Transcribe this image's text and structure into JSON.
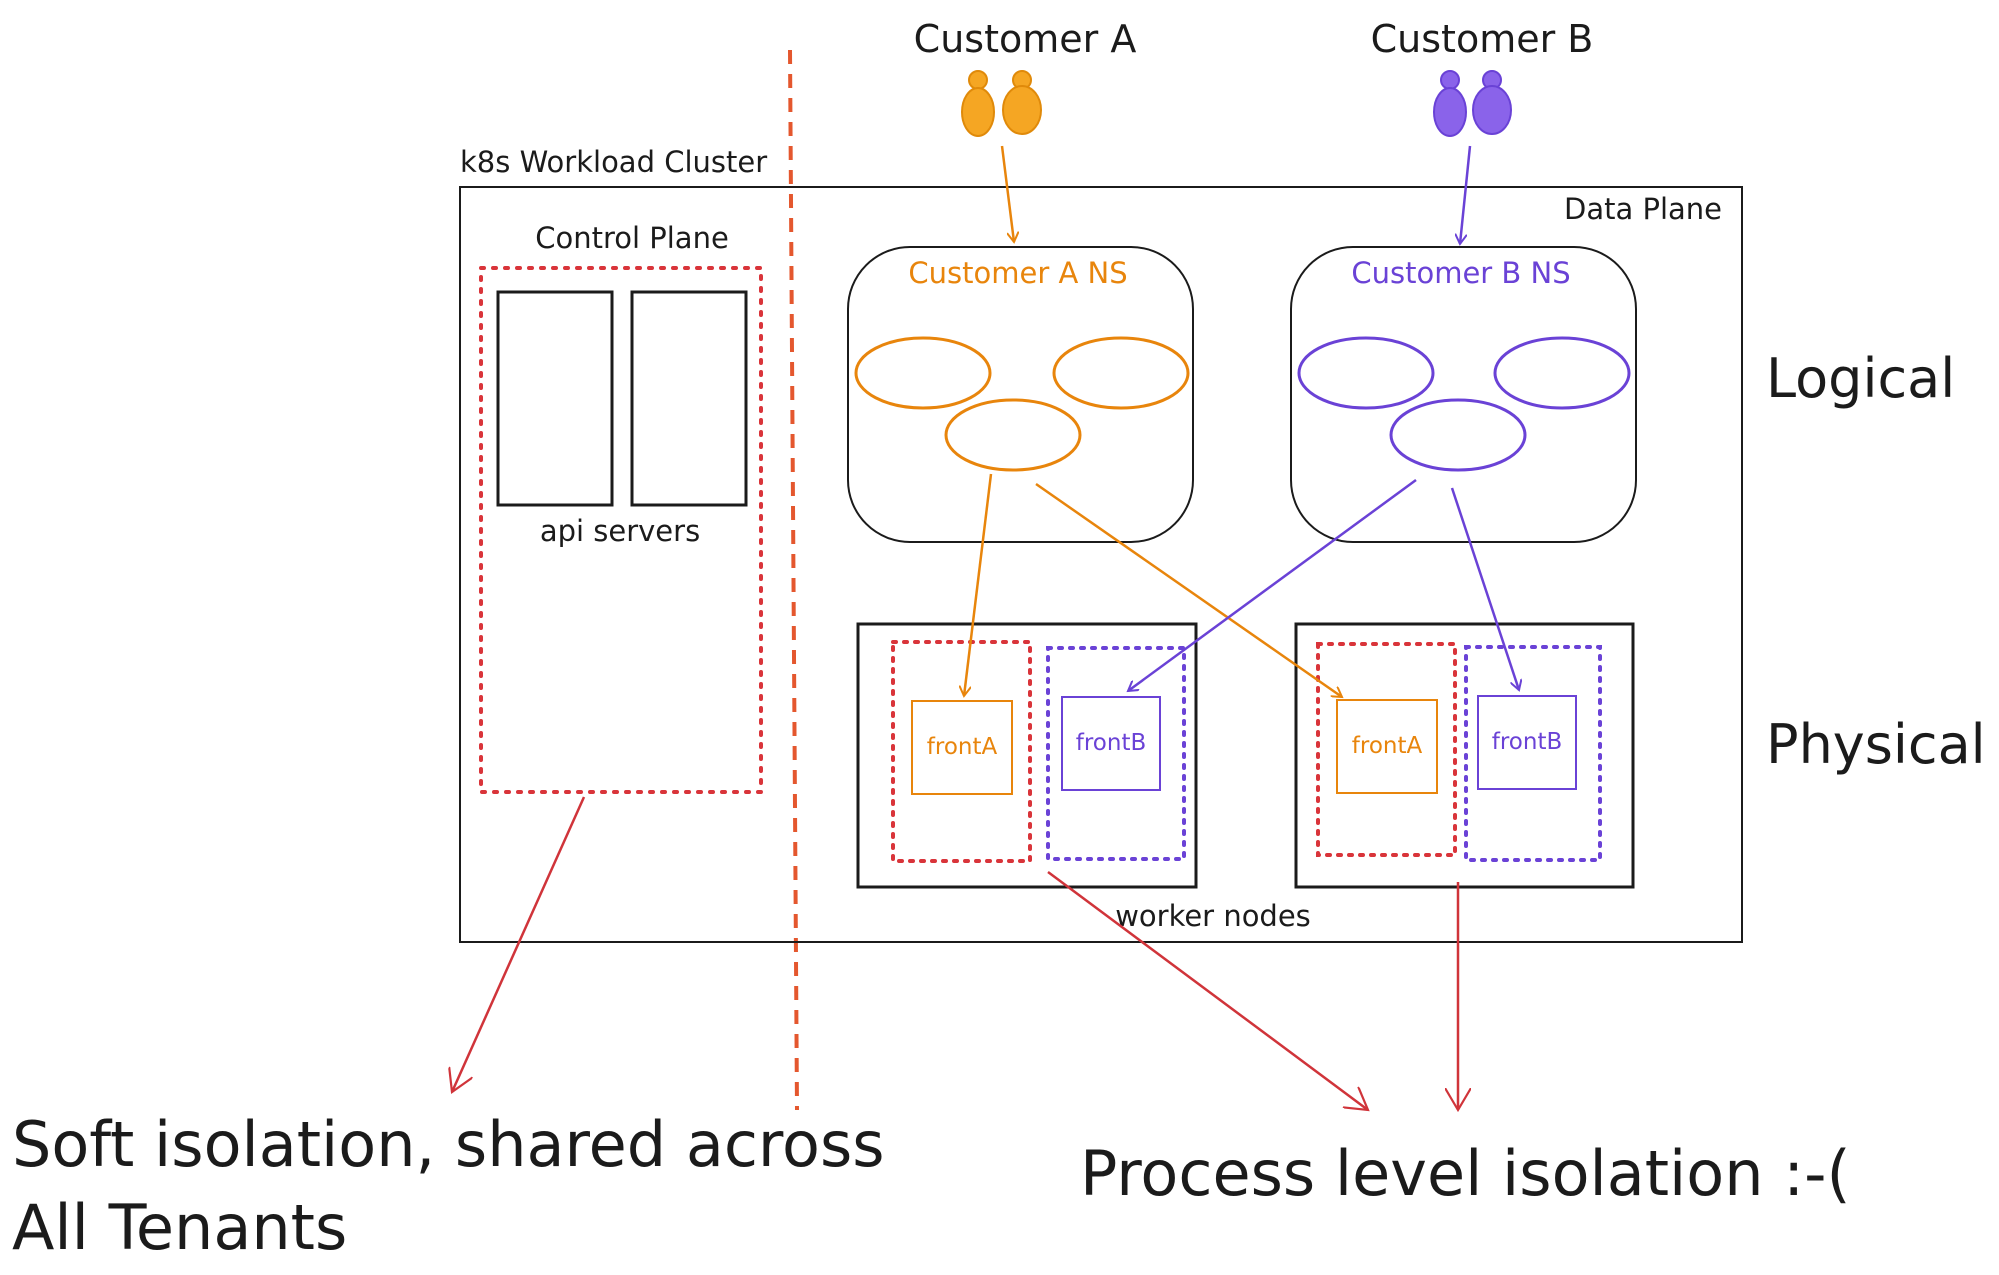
{
  "customers": {
    "a": {
      "label": "Customer A",
      "ns_label": "Customer A NS",
      "color": "#e8850c",
      "person_fill": "#f5a623",
      "person_stroke": "#e08a0a"
    },
    "b": {
      "label": "Customer B",
      "ns_label": "Customer B NS",
      "color": "#6a42d6",
      "person_fill": "#8a63ea",
      "person_stroke": "#6a42d6"
    }
  },
  "cluster": {
    "title": "k8s Workload Cluster",
    "control_plane_label": "Control Plane",
    "api_servers_label": "api servers",
    "data_plane_label": "Data Plane",
    "worker_nodes_label": "worker nodes"
  },
  "pods": {
    "node1_a": "frontA",
    "node1_b": "frontB",
    "node2_a": "frontA",
    "node2_b": "frontB"
  },
  "side_labels": {
    "logical": "Logical",
    "physical": "Physical"
  },
  "annotations": {
    "soft_isolation_line1": "Soft isolation, shared across",
    "soft_isolation_line2": "All Tenants",
    "process_isolation": "Process level isolation :-("
  },
  "colors": {
    "ink": "#1b1b1b",
    "separator": "#e4572e",
    "annotation_arrow": "#d0343a",
    "dotted_red": "#d9343a",
    "dotted_purple": "#6a42d6"
  }
}
